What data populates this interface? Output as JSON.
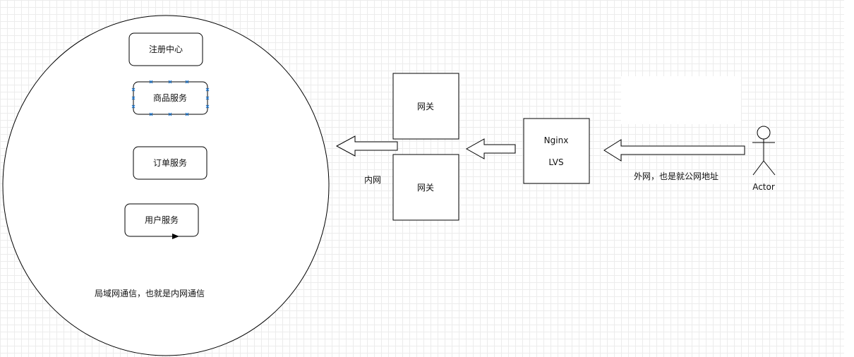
{
  "services": [
    {
      "label": "注册中心"
    },
    {
      "label": "商品服务"
    },
    {
      "label": "订单服务"
    },
    {
      "label": "用户服务"
    }
  ],
  "lan_caption": "局域网通信，也就是内网通信",
  "gateways": [
    {
      "label": "网关"
    },
    {
      "label": "网关"
    }
  ],
  "intranet_label": "内网",
  "loadbalancer": {
    "line1": "Nginx",
    "line2": "LVS"
  },
  "internet_label": "外网，也是就公网地址",
  "actor_label": "Actor",
  "colors": {
    "stroke": "#000000",
    "selection": "#1e7bd8"
  }
}
